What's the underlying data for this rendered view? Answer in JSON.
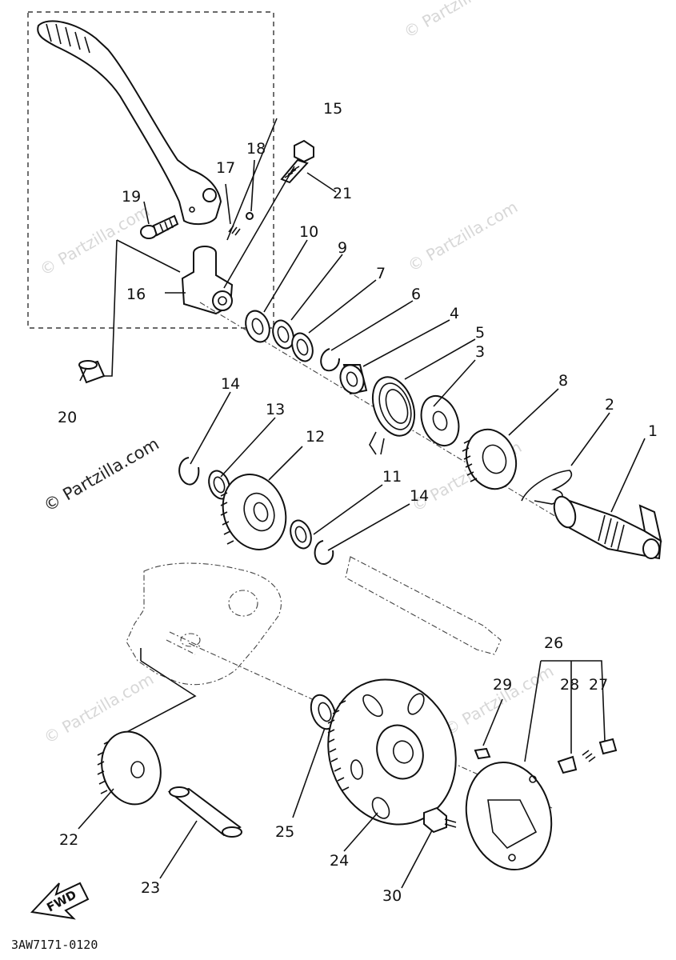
{
  "watermark": "© Partzilla.com",
  "drawing_code": "3AW7171-0120",
  "fwd_label": "FWD",
  "parts": [
    {
      "id": "p1",
      "label": "1"
    },
    {
      "id": "p2",
      "label": "2"
    },
    {
      "id": "p3",
      "label": "3"
    },
    {
      "id": "p4",
      "label": "4"
    },
    {
      "id": "p5",
      "label": "5"
    },
    {
      "id": "p6",
      "label": "6"
    },
    {
      "id": "p7",
      "label": "7"
    },
    {
      "id": "p8",
      "label": "8"
    },
    {
      "id": "p9",
      "label": "9"
    },
    {
      "id": "p10",
      "label": "10"
    },
    {
      "id": "p11",
      "label": "11"
    },
    {
      "id": "p12",
      "label": "12"
    },
    {
      "id": "p13",
      "label": "13"
    },
    {
      "id": "p14a",
      "label": "14"
    },
    {
      "id": "p14b",
      "label": "14"
    },
    {
      "id": "p15",
      "label": "15"
    },
    {
      "id": "p16",
      "label": "16"
    },
    {
      "id": "p17",
      "label": "17"
    },
    {
      "id": "p18",
      "label": "18"
    },
    {
      "id": "p19",
      "label": "19"
    },
    {
      "id": "p20",
      "label": "20"
    },
    {
      "id": "p21",
      "label": "21"
    },
    {
      "id": "p22",
      "label": "22"
    },
    {
      "id": "p23",
      "label": "23"
    },
    {
      "id": "p24",
      "label": "24"
    },
    {
      "id": "p25",
      "label": "25"
    },
    {
      "id": "p26",
      "label": "26"
    },
    {
      "id": "p27",
      "label": "27"
    },
    {
      "id": "p28",
      "label": "28"
    },
    {
      "id": "p29",
      "label": "29"
    },
    {
      "id": "p30",
      "label": "30"
    }
  ]
}
